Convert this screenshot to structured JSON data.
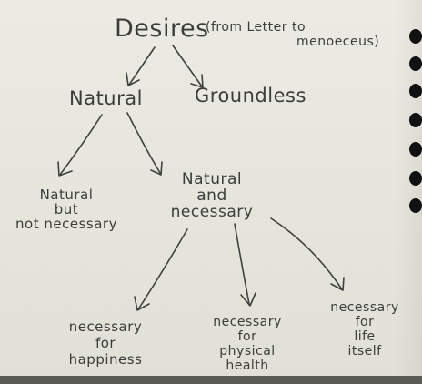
{
  "nodes": {
    "root": {
      "title": "Desires",
      "note_line1": "(from Letter to",
      "note_line2": "menoeceus)"
    },
    "natural": {
      "label": "Natural"
    },
    "groundless": {
      "label": "Groundless"
    },
    "natural_not_necessary": {
      "line1": "Natural",
      "line2": "but",
      "line3": "not necessary"
    },
    "natural_necessary": {
      "line1": "Natural",
      "line2": "and",
      "line3": "necessary"
    },
    "for_happiness": {
      "line1": "necessary",
      "line2": "for",
      "line3": "happiness"
    },
    "for_health": {
      "line1": "necessary",
      "line2": "for",
      "line3": "physical",
      "line4": "health"
    },
    "for_life": {
      "line1": "necessary",
      "line2": "for",
      "line3": "life",
      "line4": "itself"
    }
  },
  "colors": {
    "ink": "#3b3d3b",
    "paper": "#e8e7de"
  }
}
